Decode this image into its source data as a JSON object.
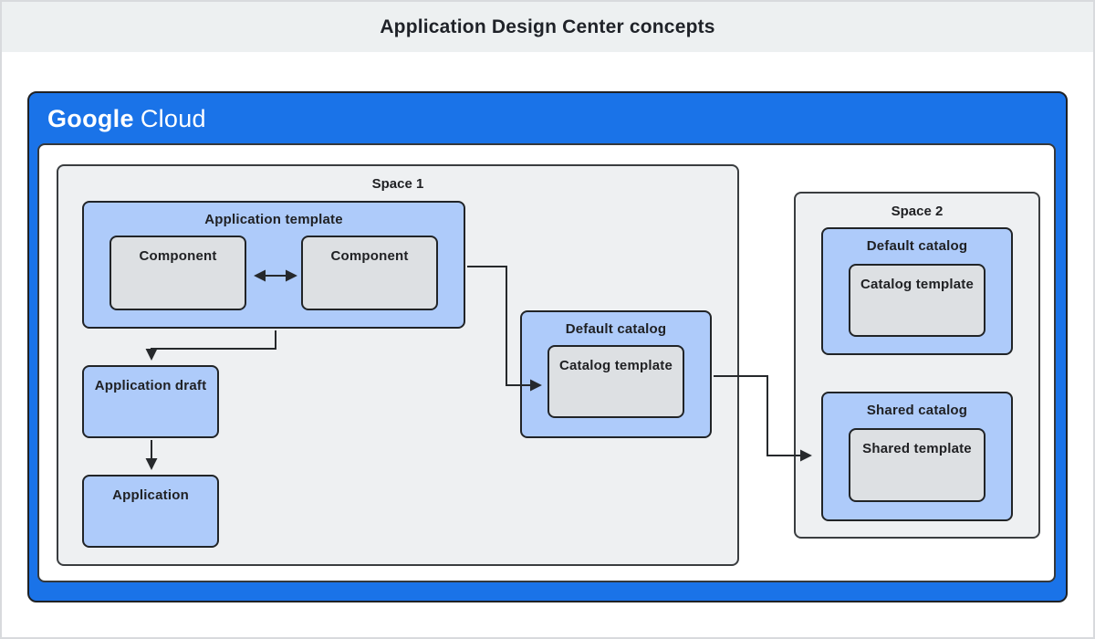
{
  "header": {
    "title": "Application Design Center concepts"
  },
  "brand": {
    "name": "Google Cloud",
    "google": "Google",
    "cloud": "Cloud"
  },
  "colors": {
    "google_blue": "#1a73e8",
    "box_blue": "#aecbfa",
    "box_gray": "#dde0e3",
    "space_gray": "#eef0f2",
    "outline_dark": "#212427",
    "band_gray": "#edf0f1",
    "arrow": "#26292c",
    "text": "#202124"
  },
  "diagram": {
    "space1": {
      "label": "Space 1",
      "application_template": {
        "label": "Application template",
        "components": [
          "Component",
          "Component"
        ]
      },
      "application_draft": {
        "label": "Application draft"
      },
      "application": {
        "label": "Application"
      },
      "default_catalog": {
        "label": "Default catalog",
        "catalog_template": {
          "label": "Catalog template"
        }
      }
    },
    "space2": {
      "label": "Space 2",
      "default_catalog": {
        "label": "Default catalog",
        "catalog_template": {
          "label": "Catalog template"
        }
      },
      "shared_catalog": {
        "label": "Shared catalog",
        "shared_template": {
          "label": "Shared template"
        }
      }
    },
    "connections": [
      {
        "from": "component-1",
        "to": "component-2",
        "style": "double-arrow"
      },
      {
        "from": "application-template",
        "to": "application-draft",
        "style": "arrow"
      },
      {
        "from": "application-draft",
        "to": "application",
        "style": "arrow"
      },
      {
        "from": "application-template",
        "to": "space1-catalog-template",
        "style": "arrow"
      },
      {
        "from": "space1-default-catalog",
        "to": "space2-shared-catalog",
        "style": "arrow"
      }
    ]
  }
}
